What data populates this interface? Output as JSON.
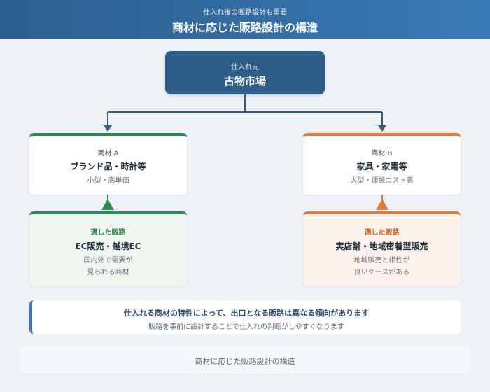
{
  "header": {
    "subtitle": "仕入れ後の販路設計も重要",
    "title": "商材に応じた販路設計の構造"
  },
  "root": {
    "label": "仕入れ元",
    "name": "古物市場"
  },
  "product_a": {
    "label": "商材 A",
    "name": "ブランド品・時計等",
    "desc": "小型・高単価"
  },
  "product_b": {
    "label": "商材 B",
    "name": "家具・家電等",
    "desc": "大型・運搬コスト高"
  },
  "channel_a": {
    "label": "適した販路",
    "name": "EC販売・越境EC",
    "desc_line1": "国内外で需要が",
    "desc_line2": "見られる商材"
  },
  "channel_b": {
    "label": "適した販路",
    "name": "実店舗・地域密着型販売",
    "desc_line1": "地域販売と相性が",
    "desc_line2": "良いケースがある"
  },
  "note": {
    "main": "仕入れる商材の特性によって、出口となる販路は異なる傾向があります",
    "sub": "販路を事前に設計することで仕入れの判断がしやすくなります"
  },
  "footer": {
    "text": "商材に応じた販路設計の構造"
  },
  "colors": {
    "primary": "#2d5e8a",
    "green": "#2e8b57",
    "orange": "#e07b39"
  }
}
